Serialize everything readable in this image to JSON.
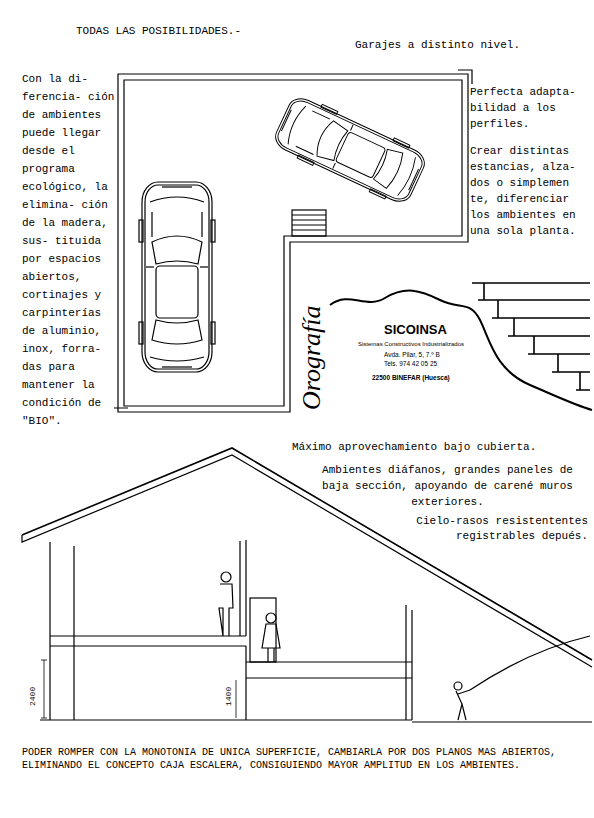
{
  "diagram": {
    "title": "TODAS LAS POSIBILIDADES.-",
    "labels": [
      "Garajes a distinto nivel.",
      "Con la di- ferencia- ción de ambientes puede llegar desde el programa ecológico, la elimina- ción de la madera, sus- tituida por espacios abiertos, cortinajes y carpinterías de aluminio, inox, forra- das para mantener la condición de \"BIO\".",
      "Perfecta adapta- bilidad a los perfiles.",
      "Crear distintas estancias, alza- dos o simplemen te, diferenciar los ambientes en una sola planta.",
      "Orografía",
      "SICOINSA",
      "Sistemas Constructivos Industrializados",
      "Avda. Pilar, 5, 7.º B",
      "Tels. 974 42 05 25",
      "22500 BINEFAR (Huesca)",
      "Máximo aprovechamiento bajo cubierta.",
      "Ambientes diáfanos, grandes paneles de baja sección, apoyando de carené muros exteriores.",
      "Cielo-rasos resistententes registrables depués.",
      "2400",
      "1400",
      "PODER ROMPER CON LA MONOTONIA DE UNICA SUPERFICIE, CAMBIARLA POR DOS PLANOS MAS ABIERTOS, ELIMINANDO EL CONCEPTO CAJA ESCALERA, CONSIGUIENDO MAYOR AMPLITUD EN LOS AMBIENTES."
    ]
  }
}
